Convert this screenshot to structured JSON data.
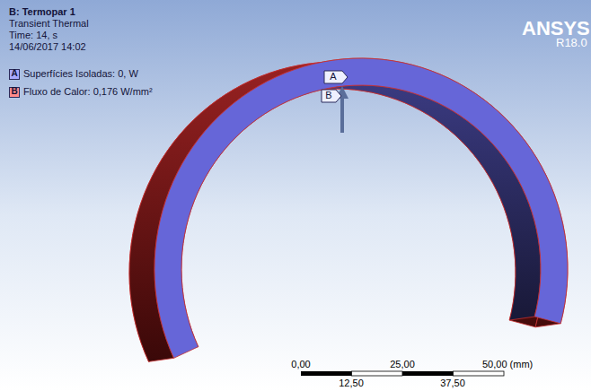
{
  "diagram": {
    "title": "B: Termopar 1",
    "labels": [
      "Transient Thermal",
      "Time: 14, s",
      "14/06/2017 14:02",
      "A",
      "B",
      "ANSYS",
      "R18.0",
      "A",
      "B",
      "0,00",
      "12,50",
      "25,00",
      "37,50",
      "50,00 (mm)"
    ],
    "legend": [
      {
        "text": "Superfícies Isoladas: 0, W",
        "color": "#a8a8ff"
      },
      {
        "text": "Fluxo de Calor: 0,176 W/mm²",
        "color": "#ff8a8a"
      }
    ]
  }
}
